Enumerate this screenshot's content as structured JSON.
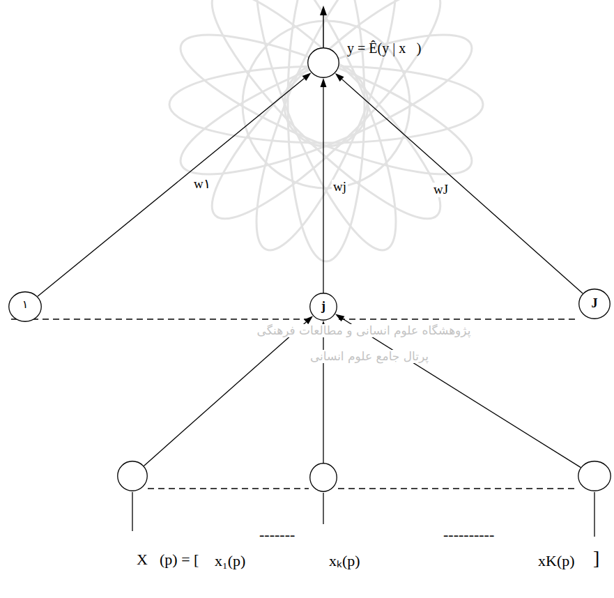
{
  "diagram": {
    "nodes": [
      {
        "text": [
          "y = Ê(y | x⃗)"
        ]
      },
      {
        "text": [
          "۱"
        ]
      },
      {
        "text": [
          "j"
        ]
      },
      {
        "text": [
          "J"
        ]
      },
      {
        "text": [
          "x₁(p)"
        ]
      },
      {
        "text": [
          "xₖ(p)"
        ]
      },
      {
        "text": [
          "xK(p)"
        ]
      }
    ],
    "edges": [
      {
        "from": 1,
        "to": 0,
        "arrow": "to",
        "label": "w۱"
      },
      {
        "from": 2,
        "to": 0,
        "arrow": "to",
        "label": "wj"
      },
      {
        "from": 3,
        "to": 0,
        "arrow": "to",
        "label": "wJ"
      },
      {
        "from": 4,
        "to": 2,
        "arrow": "to"
      },
      {
        "from": 5,
        "to": 2,
        "arrow": "to"
      },
      {
        "from": 6,
        "to": 2,
        "arrow": "to"
      }
    ],
    "labels": [
      "پژوهشگاه علوم انسانی و مطالعات فرهنگی",
      "پرتال جامع علوم انسانی",
      "-------",
      "----------",
      "X⃗(p) = [",
      "]"
    ]
  }
}
